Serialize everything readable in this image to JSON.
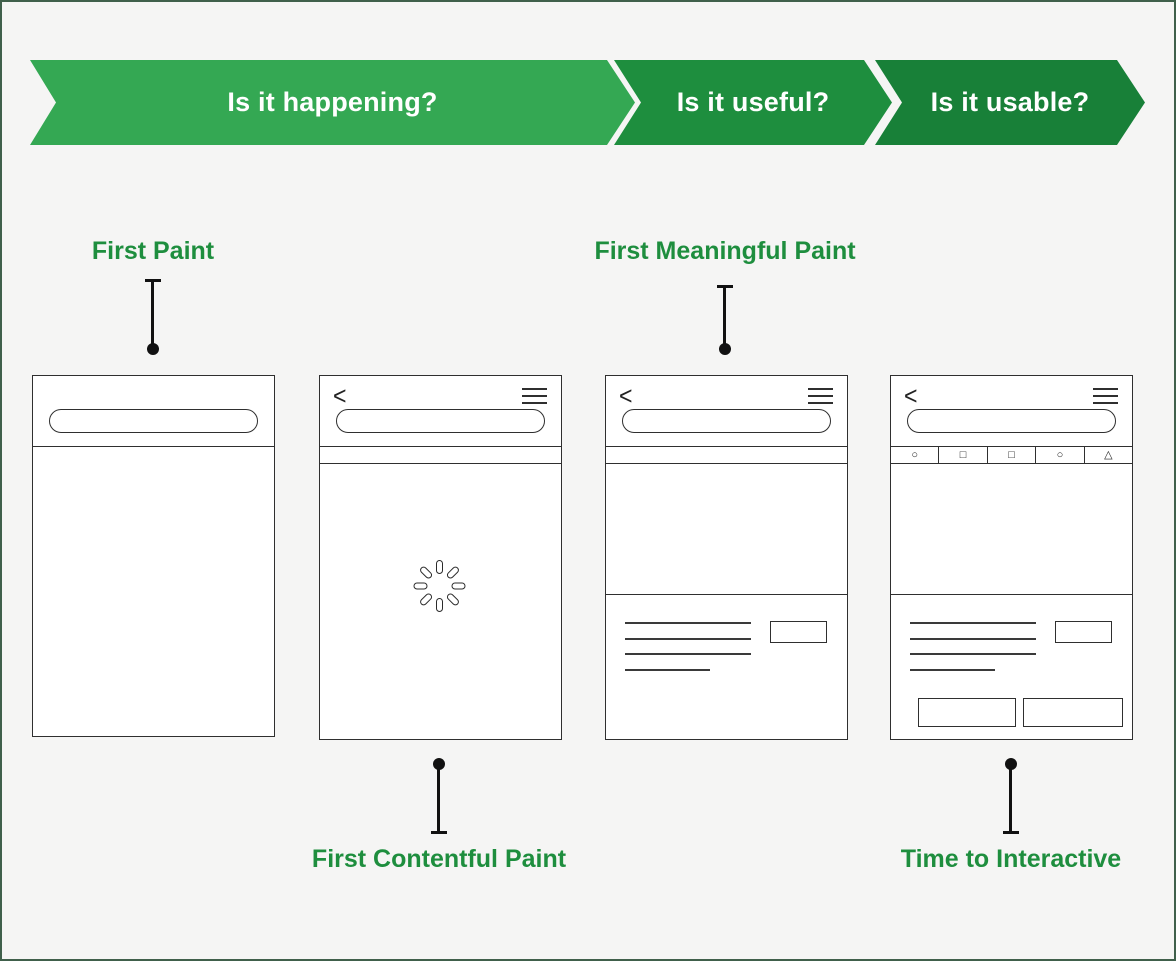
{
  "banner": {
    "segments": [
      {
        "label": "Is it happening?",
        "color": "#34A853"
      },
      {
        "label": "Is it useful?",
        "color": "#1E8E3E"
      },
      {
        "label": "Is it usable?",
        "color": "#188038"
      }
    ]
  },
  "metrics": {
    "first_paint": "First Paint",
    "first_meaningful_paint": "First Meaningful Paint",
    "first_contentful_paint": "First Contentful Paint",
    "time_to_interactive": "Time to Interactive"
  },
  "icons": {
    "back_glyph": "<",
    "menu": "hamburger-icon",
    "spinner": "loading-spinner-icon",
    "toolbar_glyphs": [
      "○",
      "□",
      "□",
      "○",
      "△"
    ]
  },
  "colors": {
    "segment_1_green": "#34A853",
    "segment_2_green": "#1E8E3E",
    "segment_3_green": "#188038",
    "metric_label_green": "#1E8E3E",
    "banner_text": "#FFFFFF",
    "background": "#F5F5F4",
    "frame_border": "#40604B",
    "wireframe_stroke": "#2F2F2F",
    "connector_black": "#111111"
  }
}
